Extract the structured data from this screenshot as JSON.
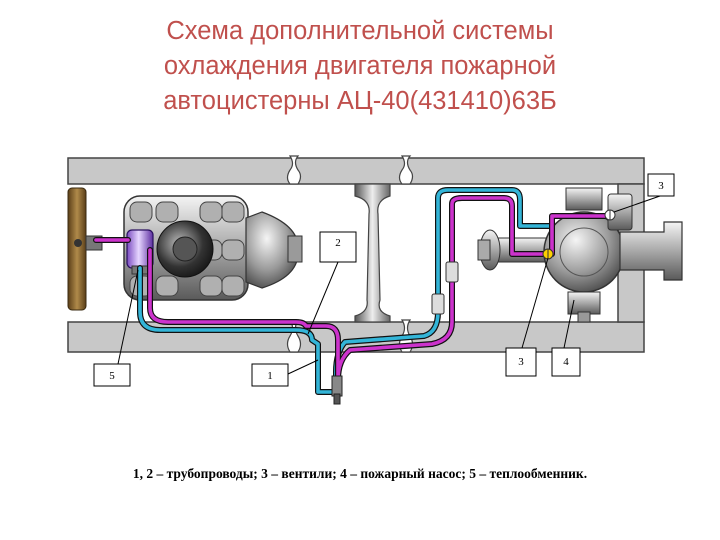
{
  "title": {
    "line1": "Схема дополнительной системы",
    "line2": "охлаждения двигателя пожарной",
    "line3": "автоцистерны АЦ-40(431410)63Б"
  },
  "callouts": [
    {
      "id": "c1",
      "text": "1"
    },
    {
      "id": "c2",
      "text": "2"
    },
    {
      "id": "c3a",
      "text": "3"
    },
    {
      "id": "c3b",
      "text": "3"
    },
    {
      "id": "c4",
      "text": "4"
    },
    {
      "id": "c5",
      "text": "5"
    }
  ],
  "caption": "1, 2 – трубопроводы; 3 – вентили; 4 – пожарный насос; 5 – теплообменник.",
  "colors": {
    "title": "#c0504d",
    "pipe_magenta": "#cc33cc",
    "pipe_cyan": "#33b5d8",
    "frame": "#c8c8c8",
    "fan": "#8b6a35"
  }
}
